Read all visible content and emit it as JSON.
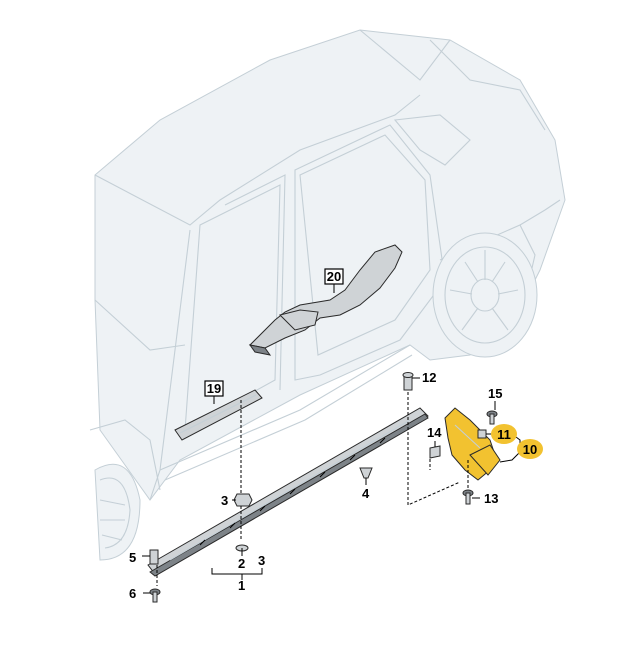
{
  "diagram": {
    "callouts": [
      {
        "id": "c20",
        "num": "20",
        "highlight": false
      },
      {
        "id": "c19",
        "num": "19",
        "highlight": false
      },
      {
        "id": "c12",
        "num": "12",
        "highlight": false
      },
      {
        "id": "c15",
        "num": "15",
        "highlight": false
      },
      {
        "id": "c14",
        "num": "14",
        "highlight": false
      },
      {
        "id": "c11",
        "num": "11",
        "highlight": true
      },
      {
        "id": "c10",
        "num": "10",
        "highlight": true
      },
      {
        "id": "c13",
        "num": "13",
        "highlight": false
      },
      {
        "id": "c4",
        "num": "4",
        "highlight": false
      },
      {
        "id": "c3",
        "num": "3",
        "highlight": false
      },
      {
        "id": "c2",
        "num": "2",
        "highlight": false
      },
      {
        "id": "c1",
        "num": "1",
        "highlight": false
      },
      {
        "id": "c5",
        "num": "5",
        "highlight": false
      },
      {
        "id": "c6",
        "num": "6",
        "highlight": false
      }
    ],
    "bracket_3_label": "3",
    "colors": {
      "highlight": "#f2c230",
      "car_line": "#c4cfd6",
      "part": "#cfd3d6"
    }
  }
}
